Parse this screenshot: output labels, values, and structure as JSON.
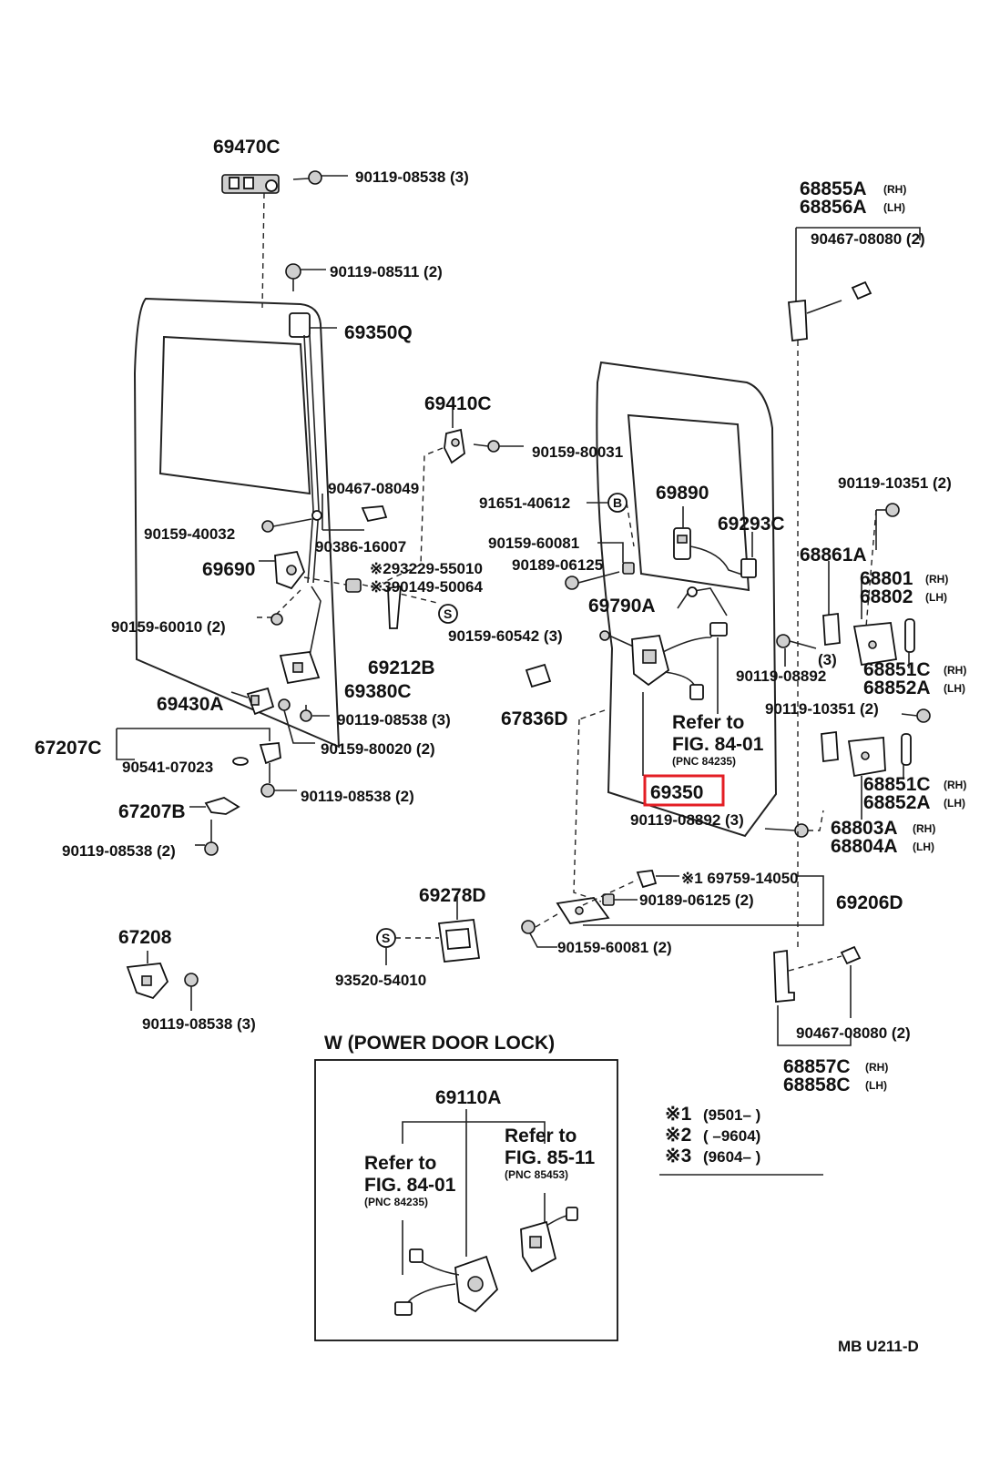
{
  "highlight_color": "#e31e24",
  "labels": {
    "p69470c": "69470C",
    "p90119_08538_top": "90119-08538 (3)",
    "p90119_08511": "90119-08511 (2)",
    "p69350q": "69350Q",
    "p69410c": "69410C",
    "p90159_80031": "90159-80031",
    "p90467_08049": "90467-08049",
    "p90159_40032": "90159-40032",
    "p90386_16007": "90386-16007",
    "p69690": "69690",
    "p293229": "※293229-55010",
    "p390149": "※390149-50064",
    "p90159_60010": "90159-60010 (2)",
    "p69212b": "69212B",
    "p69380c": "69380C",
    "p69430a": "69430A",
    "p90119_08538_mid": "90119-08538 (3)",
    "p67207c": "67207C",
    "p90159_80020": "90159-80020 (2)",
    "p90541": "90541-07023",
    "p90119_08538_2a": "90119-08538 (2)",
    "p67207b": "67207B",
    "p90119_08538_2b": "90119-08538 (2)",
    "p67208": "67208",
    "p90119_08538_3b": "90119-08538 (3)",
    "p69278d": "69278D",
    "p93520": "93520-54010",
    "p91651": "91651-40612",
    "p69890": "69890",
    "p69293c": "69293C",
    "p90159_60081a": "90159-60081",
    "p90189_06125a": "90189-06125",
    "p69790a": "69790A",
    "p90159_60542": "90159-60542 (3)",
    "p67836d": "67836D",
    "ref1_line1": "Refer to",
    "ref1_line2": "FIG. 84-01",
    "ref1_pnc": "(PNC 84235)",
    "p69350": "69350",
    "p90119_08892a": "90119-08892 (3)",
    "p169759": "※1 69759-14050",
    "p90189_06125b": "90189-06125 (2)",
    "p69206d": "69206D",
    "p90159_60081b": "90159-60081 (2)",
    "p68855a": "68855A",
    "p68856a": "68856A",
    "p90467_08080a": "90467-08080 (2)",
    "p90119_10351a": "90119-10351 (2)",
    "p68861a": "68861A",
    "p68801": "68801",
    "p68802": "68802",
    "p3": "(3)",
    "p90119_08892b": "90119-08892",
    "p68851c_a": "68851C",
    "p68852a_a": "68852A",
    "p90119_10351b": "90119-10351 (2)",
    "p68851c_b": "68851C",
    "p68852a_b": "68852A",
    "p68803a": "68803A",
    "p68804a": "68804A",
    "p90467_08080b": "90467-08080 (2)",
    "p68857c": "68857C",
    "p68858c": "68858C",
    "rh": "(RH)",
    "lh": "(LH)",
    "power_lock_title": "W (POWER  DOOR  LOCK)",
    "p69110a": "69110A",
    "ref2_line1": "Refer to",
    "ref2_line2": "FIG. 84-01",
    "ref2_pnc": "(PNC 84235)",
    "ref3_line1": "Refer to",
    "ref3_line2": "FIG. 85-11",
    "ref3_pnc": "(PNC 85453)",
    "note1_mark": "※1",
    "note1_text": "(9501–          )",
    "note2_mark": "※2",
    "note2_text": "(          –9604)",
    "note3_mark": "※3",
    "note3_text": "(9604–          )",
    "s_mark": "S",
    "b_mark": "B",
    "footer_code": "MB  U211-D"
  }
}
